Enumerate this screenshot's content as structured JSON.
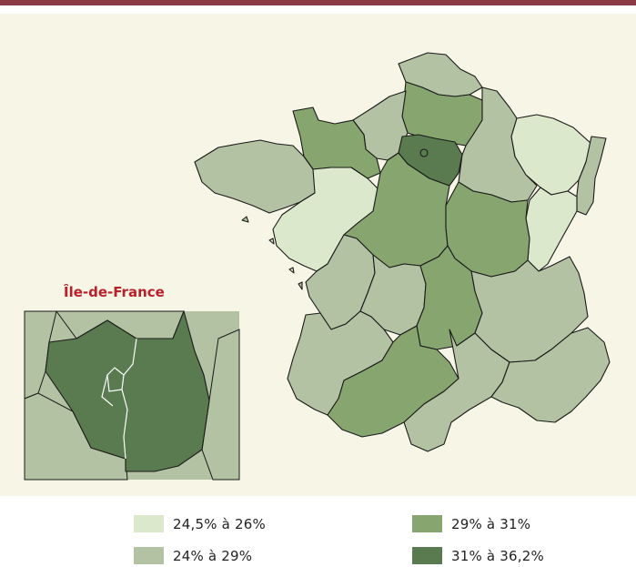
{
  "colors": {
    "class1": "#dbe8cc",
    "class2": "#b2c2a2",
    "class3": "#87a56f",
    "class4": "#5a7a4f",
    "accent": "#8a3a45",
    "inset_title": "#b8202a"
  },
  "inset": {
    "title": "Île-de-France"
  },
  "legend": {
    "items": [
      {
        "label": "24,5% à 26%",
        "class": "class1"
      },
      {
        "label": "24% à 29%",
        "class": "class2"
      },
      {
        "label": "29% à 31%",
        "class": "class3"
      },
      {
        "label": "31% à 36,2%",
        "class": "class4"
      }
    ]
  },
  "regions": [
    {
      "name": "Nord",
      "class": "class2"
    },
    {
      "name": "Picardie",
      "class": "class3"
    },
    {
      "name": "Haute-Normandie",
      "class": "class2"
    },
    {
      "name": "Basse-Normandie",
      "class": "class3"
    },
    {
      "name": "Bretagne",
      "class": "class2"
    },
    {
      "name": "Pays de la Loire",
      "class": "class1"
    },
    {
      "name": "Centre",
      "class": "class3"
    },
    {
      "name": "Île-de-France",
      "class": "class4"
    },
    {
      "name": "Champagne-Ardenne",
      "class": "class2"
    },
    {
      "name": "Lorraine",
      "class": "class1"
    },
    {
      "name": "Alsace",
      "class": "class2"
    },
    {
      "name": "Franche-Comté",
      "class": "class1"
    },
    {
      "name": "Bourgogne",
      "class": "class3"
    },
    {
      "name": "Poitou-Charentes",
      "class": "class2"
    },
    {
      "name": "Limousin",
      "class": "class2"
    },
    {
      "name": "Auvergne",
      "class": "class3"
    },
    {
      "name": "Rhône-Alpes",
      "class": "class2"
    },
    {
      "name": "Aquitaine",
      "class": "class2"
    },
    {
      "name": "Midi-Pyrénées",
      "class": "class3"
    },
    {
      "name": "Languedoc-Roussillon",
      "class": "class2"
    },
    {
      "name": "Provence-Alpes-Côte d'Azur",
      "class": "class2"
    }
  ]
}
